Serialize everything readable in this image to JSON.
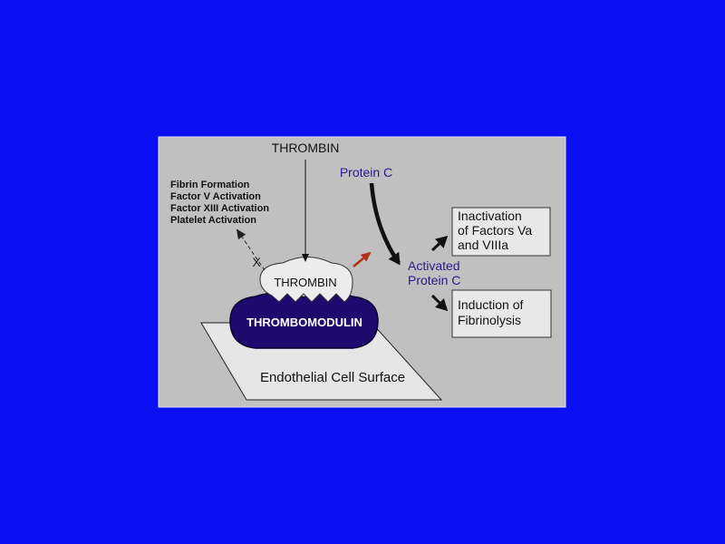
{
  "slide": {
    "background": "#0b10f0"
  },
  "diagram": {
    "panel_color": "#c0c0c0",
    "accent_purple": "#1e0a6e",
    "text_purple": "#2a1a8c",
    "arrow_red": "#b0301a",
    "labels": {
      "thrombin_top": "THROMBIN",
      "protein_c": "Protein C",
      "effects": [
        "Fibrin Formation",
        "Factor V Activation",
        "Factor XIII Activation",
        "Platelet Activation"
      ],
      "thrombin_bound": "THROMBIN",
      "thrombomodulin": "THROMBOMODULIN",
      "endothelial": "Endothelial Cell Surface",
      "activated_line1": "Activated",
      "activated_line2": "Protein C",
      "inactivation_lines": [
        "Inactivation",
        "of Factors Va",
        "and VIIIa"
      ],
      "induction_lines": [
        "Induction of",
        "Fibrinolysis"
      ],
      "blocked_marker": "X"
    }
  }
}
